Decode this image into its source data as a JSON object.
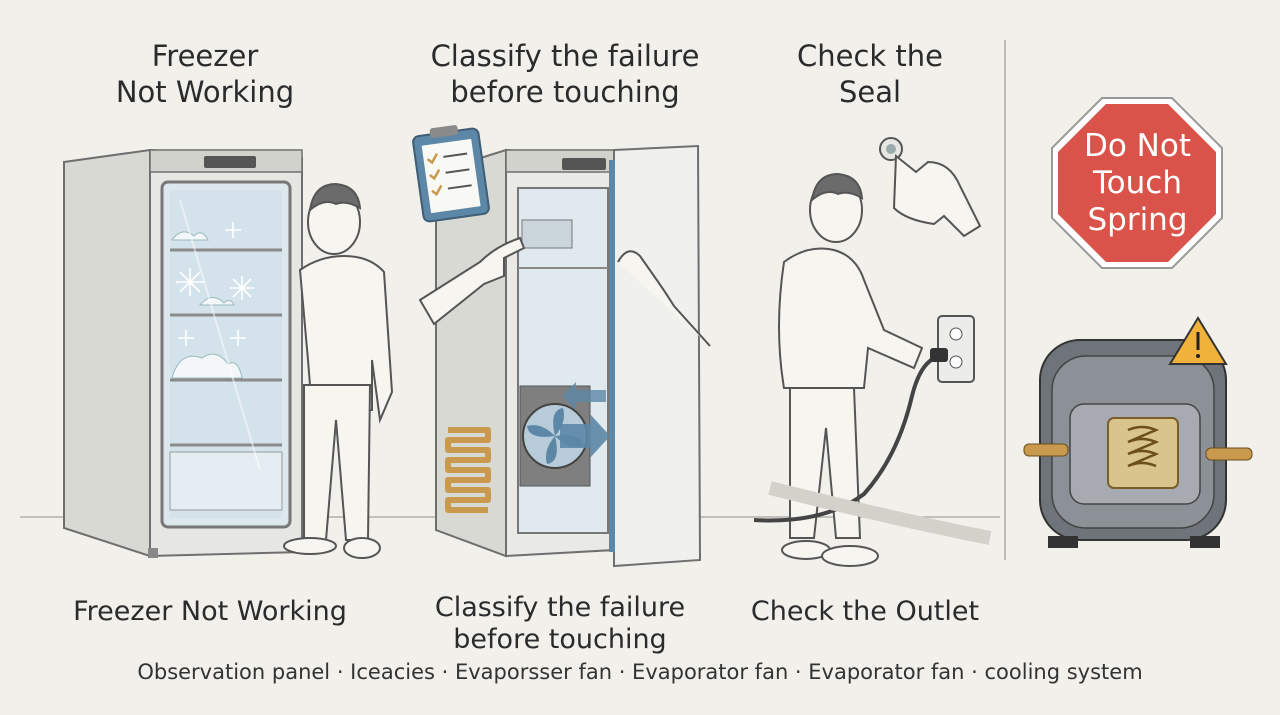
{
  "panels": [
    {
      "title": "Freezer\nNot Working",
      "caption": "Freezer Not Working"
    },
    {
      "title": "Classify the failure\nbefore touching",
      "caption": "Classify the failure\nbefore touching"
    },
    {
      "title": "Check the\nSeal",
      "caption": "Check the Outlet"
    }
  ],
  "warning_sign": {
    "text": "Do Not\nTouch\nSpring",
    "color": "#d9534a"
  },
  "footer": "Observation panel · Iceacies · Evaporsser fan · Evaporator fan · Evaporator fan · cooling system",
  "colors": {
    "background": "#f1f0eb",
    "ice": "#c9dbe8",
    "fan": "#5c87a6",
    "coil": "#c99a4d",
    "warning": "#f0b23a"
  }
}
